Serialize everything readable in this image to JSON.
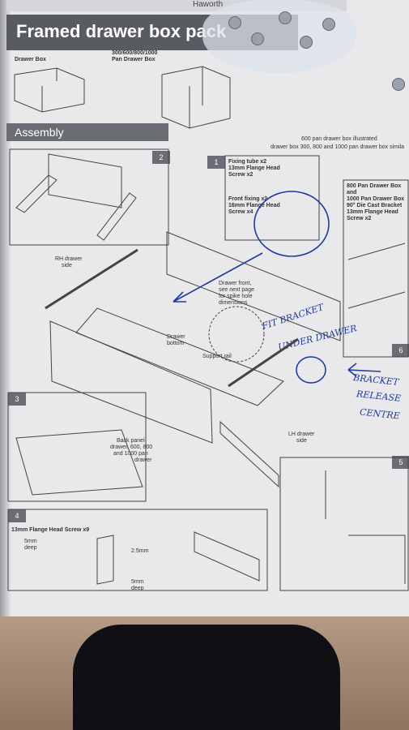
{
  "header": {
    "title": "Framed drawer box pack",
    "top_strip_text": "Haworth"
  },
  "sections": {
    "assembly": "Assembly",
    "note_line1": "600 pan drawer box illustrated",
    "note_line2": "drawer box 300, 800 and 1000 pan drawer box simila"
  },
  "top_products": [
    {
      "label": "Drawer Box"
    },
    {
      "label_line1": "300/600/800/1000",
      "label_line2": "Pan Drawer Box"
    }
  ],
  "steps": {
    "s1": "1",
    "s2": "2",
    "s3": "3",
    "s4": "4",
    "s5": "5",
    "s6": "6"
  },
  "callouts": {
    "fixing_tube": [
      "Fixing tube x2",
      "13mm Flange Head",
      "Screw x2"
    ],
    "front_fixing": [
      "Front fixing x2",
      "16mm Flange Head",
      "Screw x4"
    ],
    "pan_800": [
      "800 Pan Drawer Box",
      "and",
      "1000 Pan Drawer Box",
      "90° Die Cast Bracket",
      "13mm Flange Head",
      "Screw x2"
    ],
    "flange_head": "13mm Flange Head Screw x9"
  },
  "parts": {
    "rh_side": [
      "RH drawer",
      "side"
    ],
    "drawer_front": [
      "Drawer front,",
      "see next page",
      "for spike hole",
      "dimensions"
    ],
    "drawer_bottom": [
      "Drawer",
      "bottom"
    ],
    "support_rail": "Support rail",
    "back_panel": [
      "Back panel",
      "drawer, 600, 800",
      "and 1000 pan",
      "drawer"
    ],
    "lh_side": [
      "LH drawer",
      "side"
    ],
    "mm5_deep_a": [
      "5mm",
      "deep"
    ],
    "mm25": "2.5mm",
    "mm5_deep_b": [
      "5mm",
      "deep"
    ]
  },
  "handwriting": {
    "fit_bracket": "FIT BRACKET",
    "under_drawer": "UNDER DRAWER",
    "bracket_release": [
      "BRACKET",
      "RELEASE",
      "CENTRE"
    ]
  },
  "colors": {
    "ink": "#1d3a9c",
    "bar": "#595b62"
  }
}
